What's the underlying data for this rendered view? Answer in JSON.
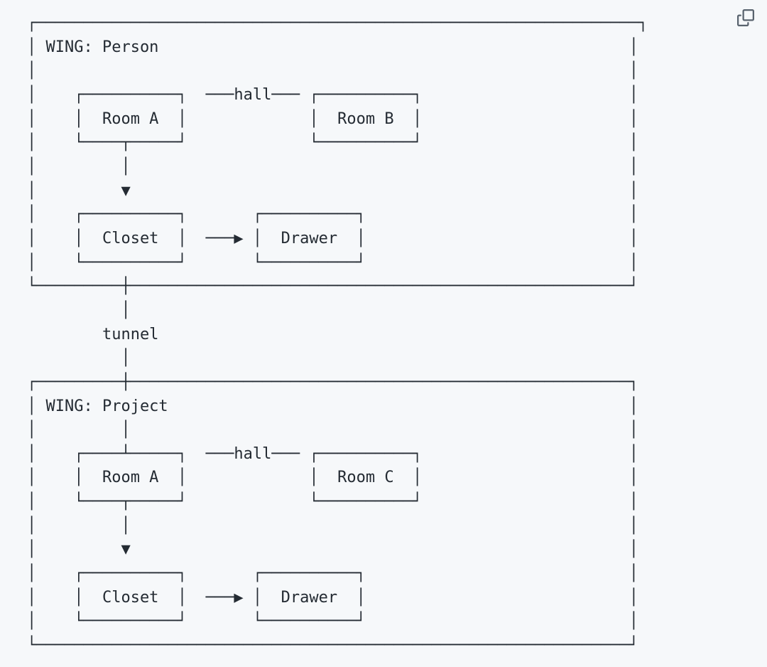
{
  "colors": {
    "background": "#f6f8fa",
    "ink": "#242b33",
    "icon": "#59636e"
  },
  "toolbar": {
    "copy_button": {
      "icon": "copy-icon"
    }
  },
  "diagram": {
    "lines": [
      "┌────────────────────────────────────────────────────────────────┐",
      "│ WING: Person                                                  │",
      "│                                                               │",
      "│    ┌──────────┐  ───hall─── ┌──────────┐                      │",
      "│    │  Room A  │             │  Room B  │                      │",
      "│    └────┬─────┘             └──────────┘                      │",
      "│         │                                                     │",
      "│         ▼                                                     │",
      "│    ┌──────────┐       ┌──────────┐                            │",
      "│    │  Closet  │  ───▶ │  Drawer  │                            │",
      "│    └──────────┘       └──────────┘                            │",
      "└─────────┼─────────────────────────────────────────────────────┘",
      "          │",
      "        tunnel",
      "          │",
      "┌─────────┼─────────────────────────────────────────────────────┐",
      "│ WING: Project                                                 │",
      "│         │                                                     │",
      "│    ┌────┴─────┐  ───hall─── ┌──────────┐                      │",
      "│    │  Room A  │             │  Room C  │                      │",
      "│    └────┬─────┘             └──────────┘                      │",
      "│         │                                                     │",
      "│         ▼                                                     │",
      "│    ┌──────────┐       ┌──────────┐                            │",
      "│    │  Closet  │  ───▶ │  Drawer  │                            │",
      "│    └──────────┘       └──────────┘                            │",
      "└───────────────────────────────────────────────────────────────┘"
    ],
    "semantics": {
      "wings": [
        {
          "title": "WING: Person",
          "rooms": [
            "Room A",
            "Room B"
          ],
          "hall_label": "hall",
          "storage": [
            "Closet",
            "Drawer"
          ],
          "links": [
            "Room A ▼ Closet",
            "Closet ───▶ Drawer"
          ]
        },
        {
          "title": "WING: Project",
          "rooms": [
            "Room A",
            "Room C"
          ],
          "hall_label": "hall",
          "storage": [
            "Closet",
            "Drawer"
          ],
          "links": [
            "Room A ▼ Closet",
            "Closet ───▶ Drawer"
          ]
        }
      ],
      "tunnel_label": "tunnel",
      "tunnel_connects": [
        "WING: Person / Closet",
        "WING: Project / Room A"
      ]
    }
  }
}
